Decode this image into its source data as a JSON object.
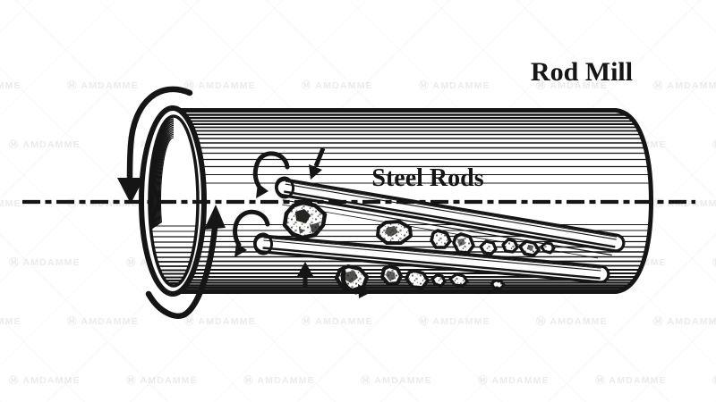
{
  "labels": {
    "mill": "Rod Mill",
    "rods": "Steel Rods"
  },
  "watermark": {
    "logo": "Ⓜ",
    "text": "AMDAMME"
  },
  "colors": {
    "ink": "#151515",
    "background": "#ffffff"
  },
  "diagram": {
    "type": "technical line-art illustration",
    "subject": "rod mill grinding drum, open end view with tumbling steel rods and ore",
    "components": [
      "mill-shell",
      "shell-open-end",
      "rotation-arrow-top",
      "rotation-arrow-bottom",
      "steel-rod-upper",
      "steel-rod-lower",
      "ore-particles",
      "center-axis-line",
      "tumble-arrows",
      "feed-arrows"
    ]
  }
}
